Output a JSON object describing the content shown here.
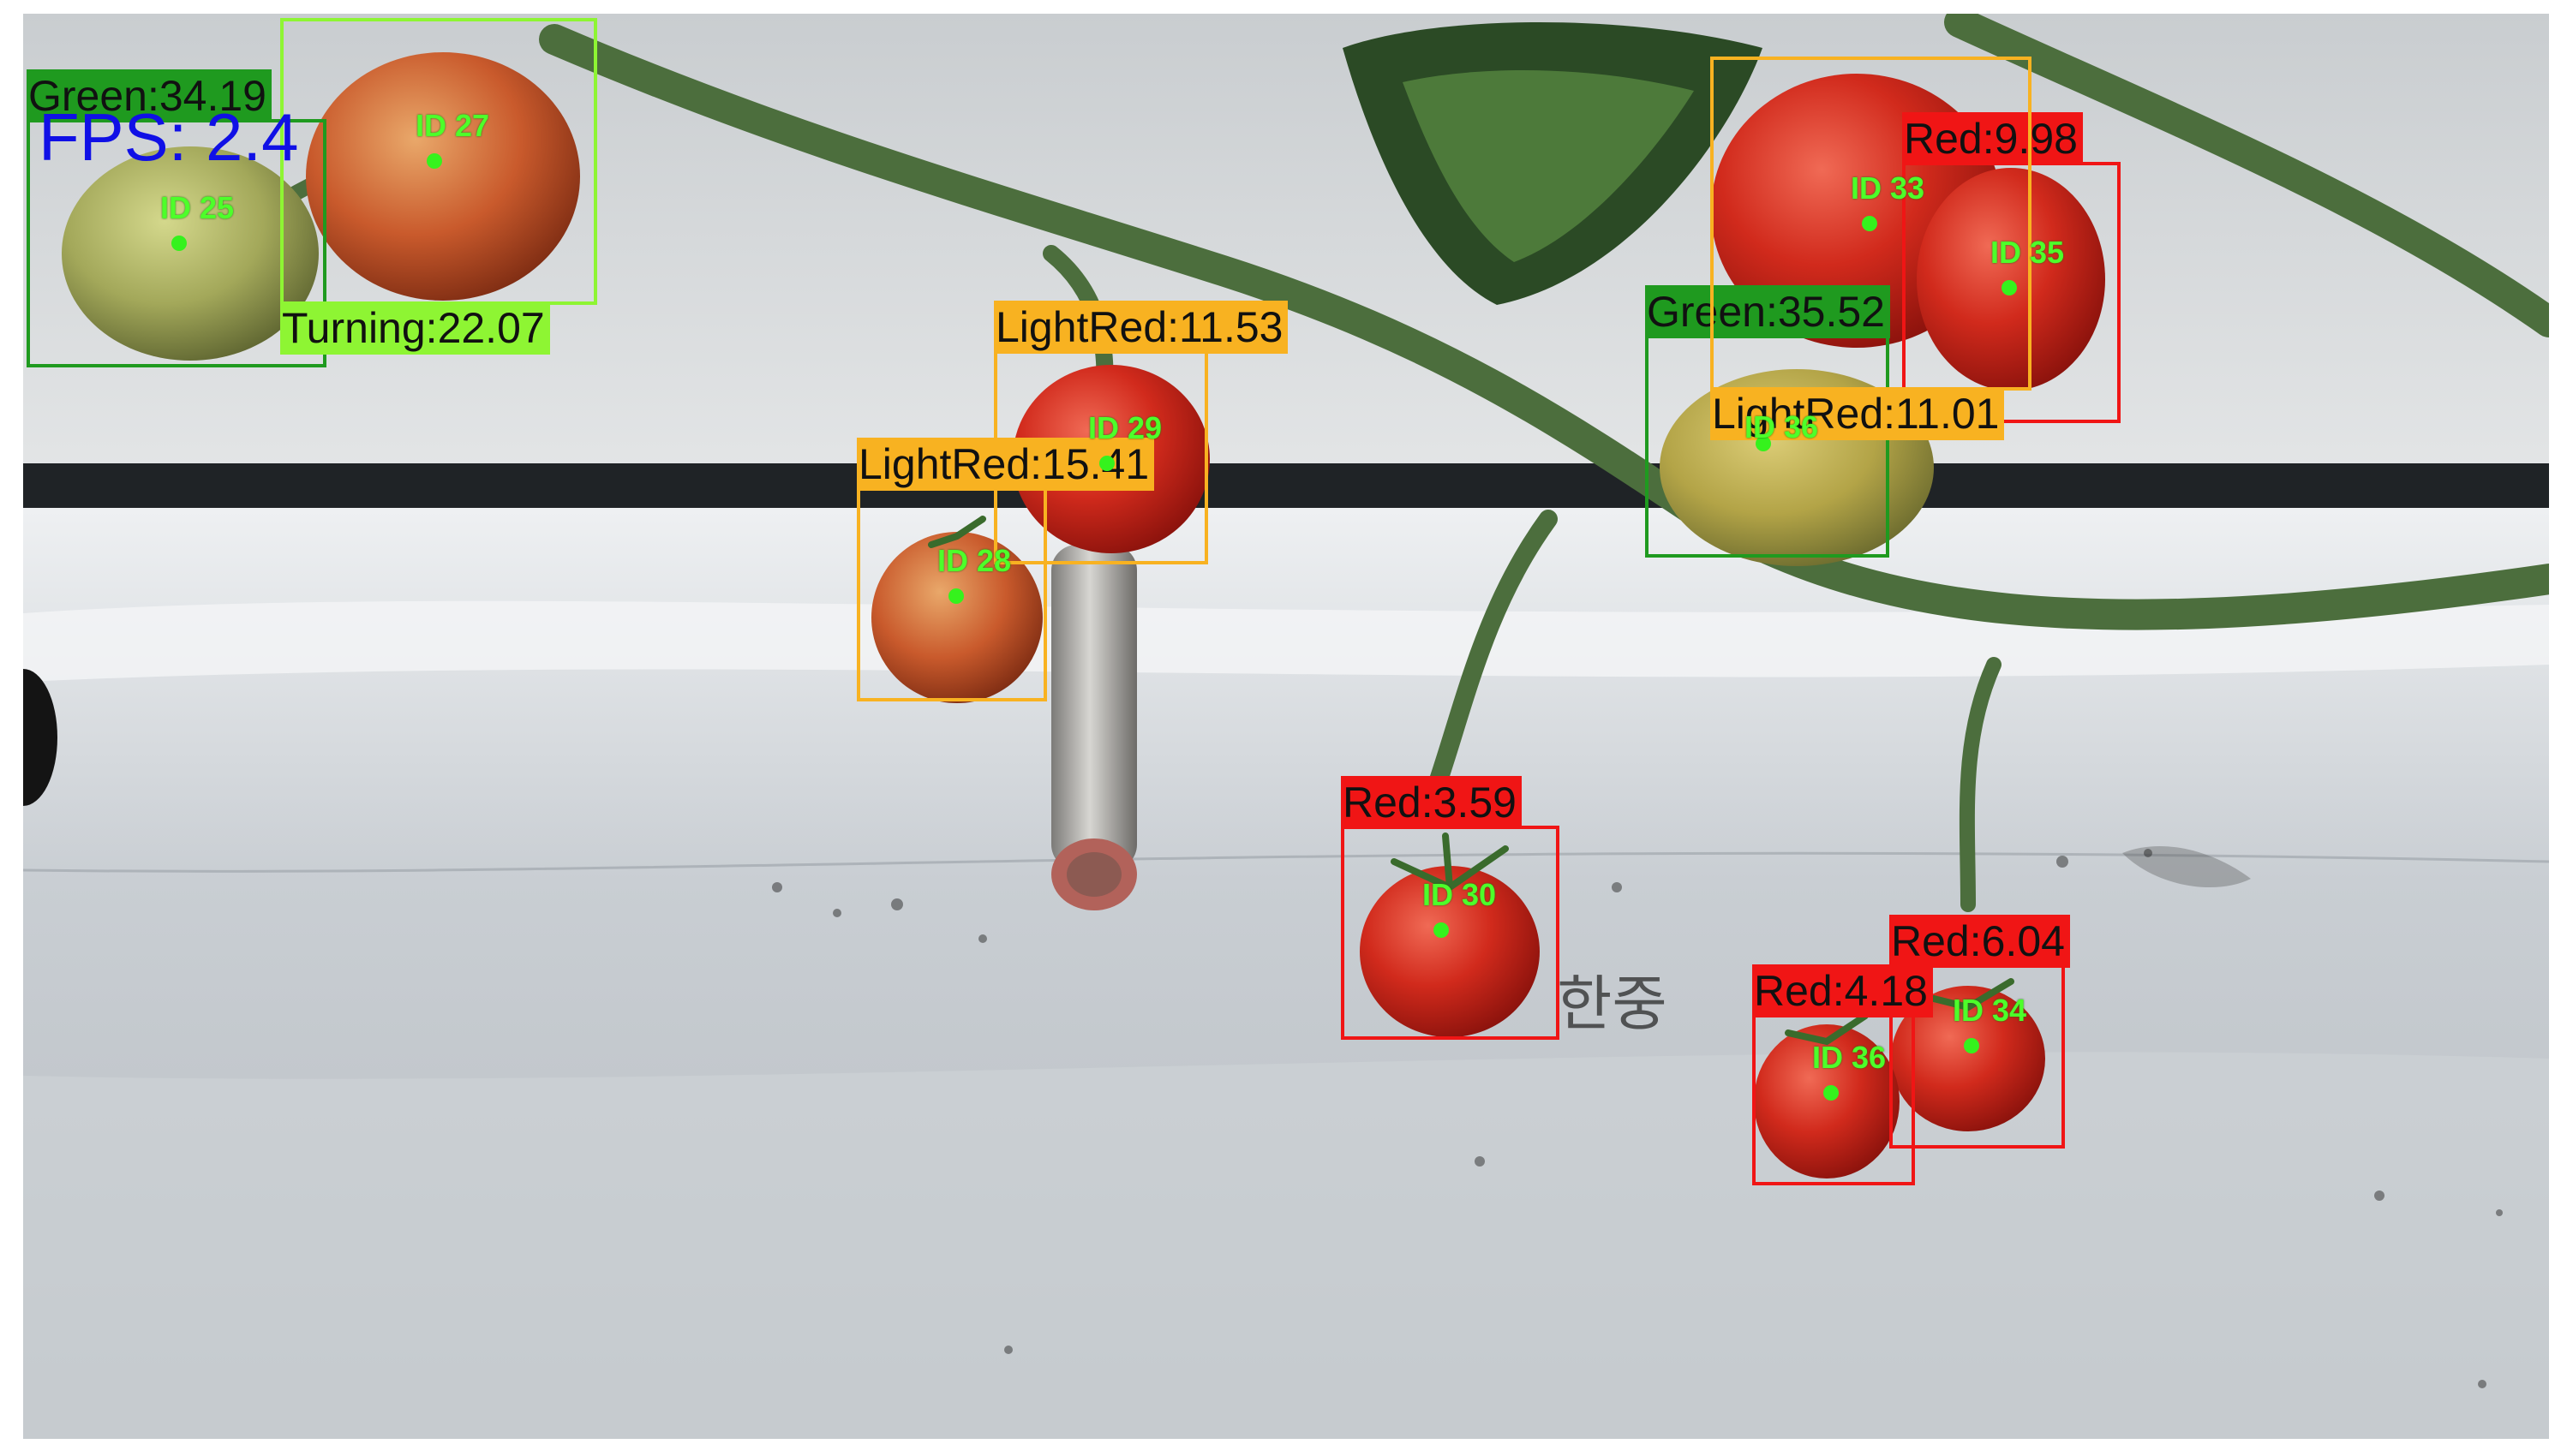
{
  "overlay": {
    "fps_text": "FPS:  2.4",
    "fps_color": "#1010e6",
    "track_color": "#4dff2a"
  },
  "class_colors": {
    "Green": "#1f9a1f",
    "Turning": "#8ef533",
    "LightRed": "#f8b221",
    "Red": "#f01515"
  },
  "detections": [
    {
      "label": "Green:34.19",
      "class": "Green",
      "id_text": "ID 25"
    },
    {
      "label": "Turning:22.07",
      "class": "Turning",
      "id_text": "ID 27"
    },
    {
      "label": "LightRed:11.53",
      "class": "LightRed",
      "id_text": "ID 29"
    },
    {
      "label": "LightRed:15.41",
      "class": "LightRed",
      "id_text": "ID 28"
    },
    {
      "label": "Red:9.98",
      "class": "Red",
      "id_text": "ID 35"
    },
    {
      "label": "Green:35.52",
      "class": "Green",
      "id_text": "ID 33"
    },
    {
      "label": "LightRed:11.01",
      "class": "LightRed",
      "id_text": "ID 36"
    },
    {
      "label": "Red:3.59",
      "class": "Red",
      "id_text": "ID 30"
    },
    {
      "label": "Red:6.04",
      "class": "Red",
      "id_text": "ID 34"
    },
    {
      "label": "Red:4.18",
      "class": "Red",
      "id_text": "ID 36"
    }
  ],
  "scene": {
    "ground_marking": "한중"
  }
}
